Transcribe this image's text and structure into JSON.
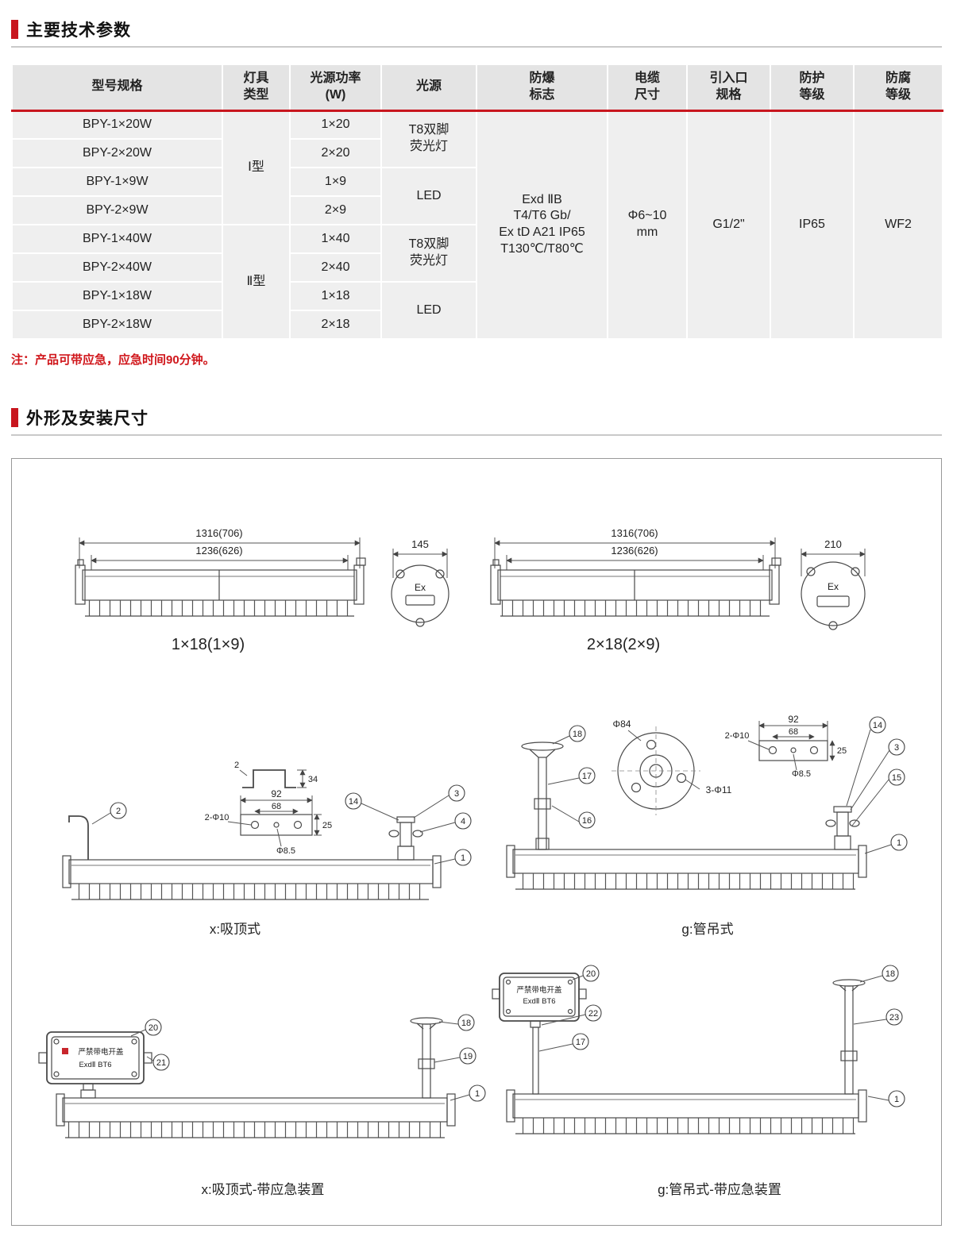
{
  "page": {
    "section1_title": "主要技术参数",
    "section2_title": "外形及安装尺寸",
    "note": "注：产品可带应急，应急时间90分钟。"
  },
  "table": {
    "headers": [
      "型号规格",
      "灯具\n类型",
      "光源功率\n(W)",
      "光源",
      "防爆\n标志",
      "电缆\n尺寸",
      "引入口\n规格",
      "防护\n等级",
      "防腐\n等级"
    ],
    "models": [
      "BPY-1×20W",
      "BPY-2×20W",
      "BPY-1×9W",
      "BPY-2×9W",
      "BPY-1×40W",
      "BPY-2×40W",
      "BPY-1×18W",
      "BPY-2×18W"
    ],
    "types": [
      "Ⅰ型",
      "Ⅱ型"
    ],
    "powers": [
      "1×20",
      "2×20",
      "1×9",
      "2×9",
      "1×40",
      "2×40",
      "1×18",
      "2×18"
    ],
    "sources": [
      "T8双脚\n荧光灯",
      "LED",
      "T8双脚\n荧光灯",
      "LED"
    ],
    "explosion_mark": "Exd ⅡB\nT4/T6 Gb/\nEx tD A21 IP65\nT130℃/T80℃",
    "cable_size": "Φ6~10\nmm",
    "entry_spec": "G1/2\"",
    "protection": "IP65",
    "anticorrosion": "WF2"
  },
  "drawings": {
    "ex_label": "Ex",
    "lamp1": {
      "dim_outer": "1316(706)",
      "dim_inner": "1236(626)",
      "caption": "1×18(1×9)",
      "end_dim": "145"
    },
    "lamp2": {
      "dim_outer": "1316(706)",
      "dim_inner": "1236(626)",
      "caption": "2×18(2×9)",
      "end_dim": "210"
    },
    "plate_dims": {
      "w": "92",
      "hole_span": "68",
      "holes": "2-Φ10",
      "hole_d": "Φ8.5",
      "h": "25"
    },
    "bracket_dims": {
      "t": "2",
      "h": "34"
    },
    "flange_dims": {
      "d": "Φ84",
      "holes": "3-Φ11"
    },
    "box": {
      "line1": "严禁带电开盖",
      "line2": "ExdⅡ BT6"
    },
    "ceiling": {
      "caption": "x:吸顶式",
      "callouts": {
        "k2": "2",
        "k14": "14",
        "k3": "3",
        "k4": "4",
        "k1": "1"
      }
    },
    "pipe": {
      "caption": "g:管吊式",
      "callouts": {
        "k18": "18",
        "k17": "17",
        "k16": "16",
        "k14": "14",
        "k3": "3",
        "k15": "15",
        "k1": "1"
      }
    },
    "ceiling_em": {
      "caption": "x:吸顶式-带应急装置",
      "callouts": {
        "k20": "20",
        "k21": "21",
        "k18": "18",
        "k19": "19",
        "k1": "1"
      }
    },
    "pipe_em": {
      "caption": "g:管吊式-带应急装置",
      "callouts": {
        "k20": "20",
        "k22": "22",
        "k17": "17",
        "k18": "18",
        "k23": "23",
        "k1": "1"
      }
    }
  }
}
